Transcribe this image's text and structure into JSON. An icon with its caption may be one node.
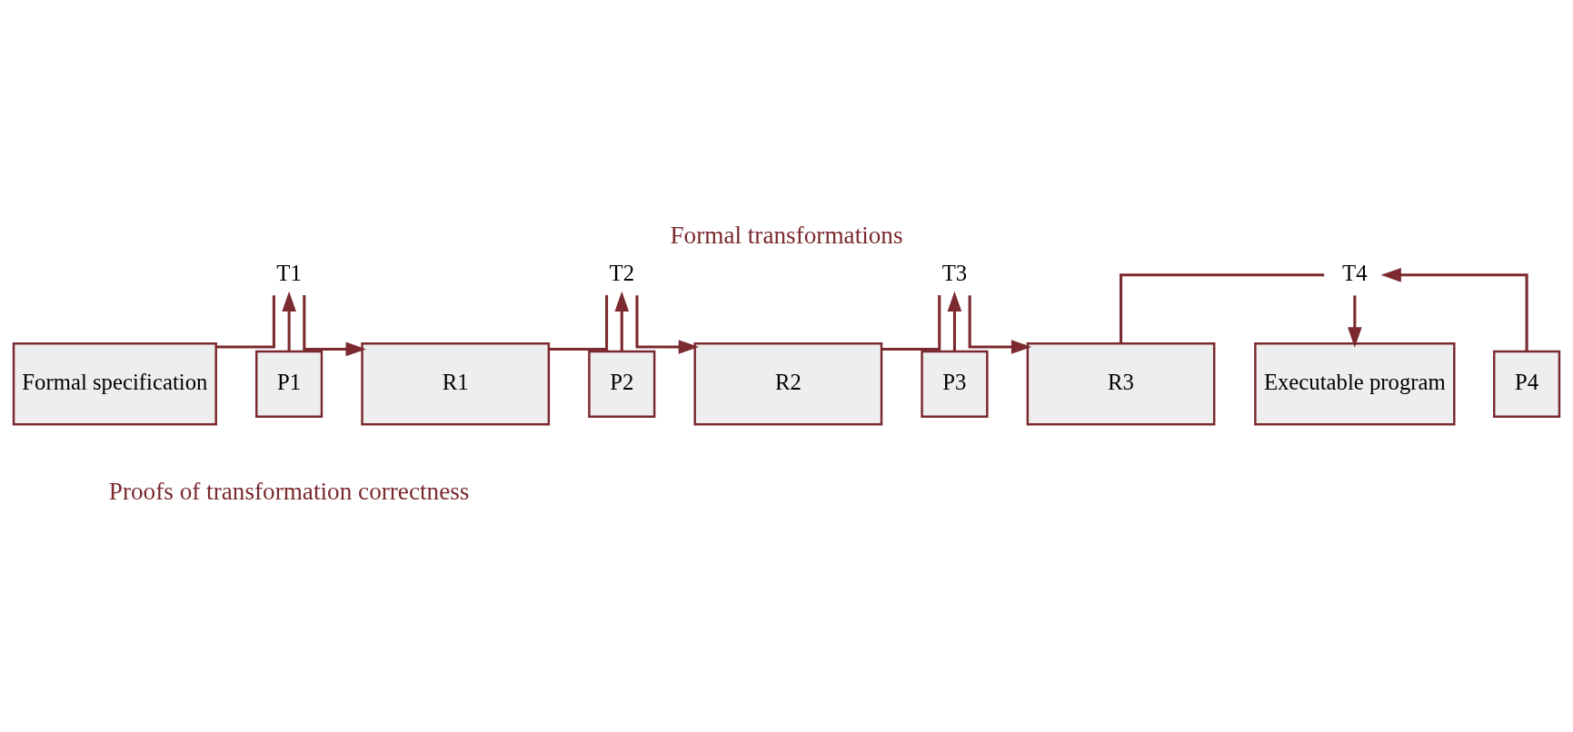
{
  "diagram": {
    "title": "Formal transformations",
    "caption": "Proofs of transformation correctness",
    "nodes": [
      {
        "text": [
          "Formal specification"
        ]
      },
      {
        "text": [
          "R1"
        ]
      },
      {
        "text": [
          "R2"
        ]
      },
      {
        "text": [
          "R3"
        ]
      },
      {
        "text": [
          "Executable program"
        ]
      },
      {
        "text": [
          "T1"
        ]
      },
      {
        "text": [
          "T2"
        ]
      },
      {
        "text": [
          "T3"
        ]
      },
      {
        "text": [
          "T4"
        ]
      },
      {
        "text": [
          "P1"
        ]
      },
      {
        "text": [
          "P2"
        ]
      },
      {
        "text": [
          "P3"
        ]
      },
      {
        "text": [
          "P4"
        ]
      }
    ],
    "edges": [
      {
        "from": 0,
        "to": 5,
        "arrow": "none"
      },
      {
        "from": 5,
        "to": 1,
        "arrow": "to"
      },
      {
        "from": 9,
        "to": 5,
        "arrow": "to"
      },
      {
        "from": 1,
        "to": 6,
        "arrow": "none"
      },
      {
        "from": 6,
        "to": 2,
        "arrow": "to"
      },
      {
        "from": 10,
        "to": 6,
        "arrow": "to"
      },
      {
        "from": 2,
        "to": 7,
        "arrow": "none"
      },
      {
        "from": 7,
        "to": 3,
        "arrow": "to"
      },
      {
        "from": 11,
        "to": 7,
        "arrow": "to"
      },
      {
        "from": 3,
        "to": 8,
        "arrow": "none"
      },
      {
        "from": 8,
        "to": 4,
        "arrow": "to"
      },
      {
        "from": 12,
        "to": 8,
        "arrow": "to"
      }
    ]
  }
}
